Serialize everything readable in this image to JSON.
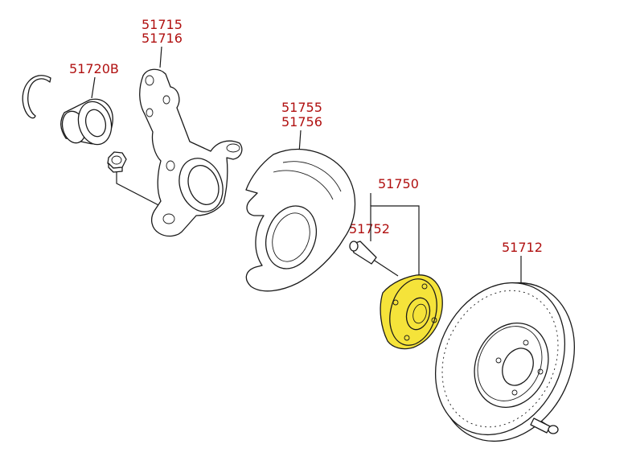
{
  "labels": {
    "knuckle_lh": "51715",
    "knuckle_rh": "51716",
    "bearing": "51720B",
    "dust_cover_lh": "51755",
    "dust_cover_rh": "51756",
    "hub": "51750",
    "hub_bolt": "51752",
    "disc": "51712"
  },
  "colors": {
    "label": "#b01010",
    "highlight": "#f5e33a",
    "line": "#1a1a1a"
  }
}
